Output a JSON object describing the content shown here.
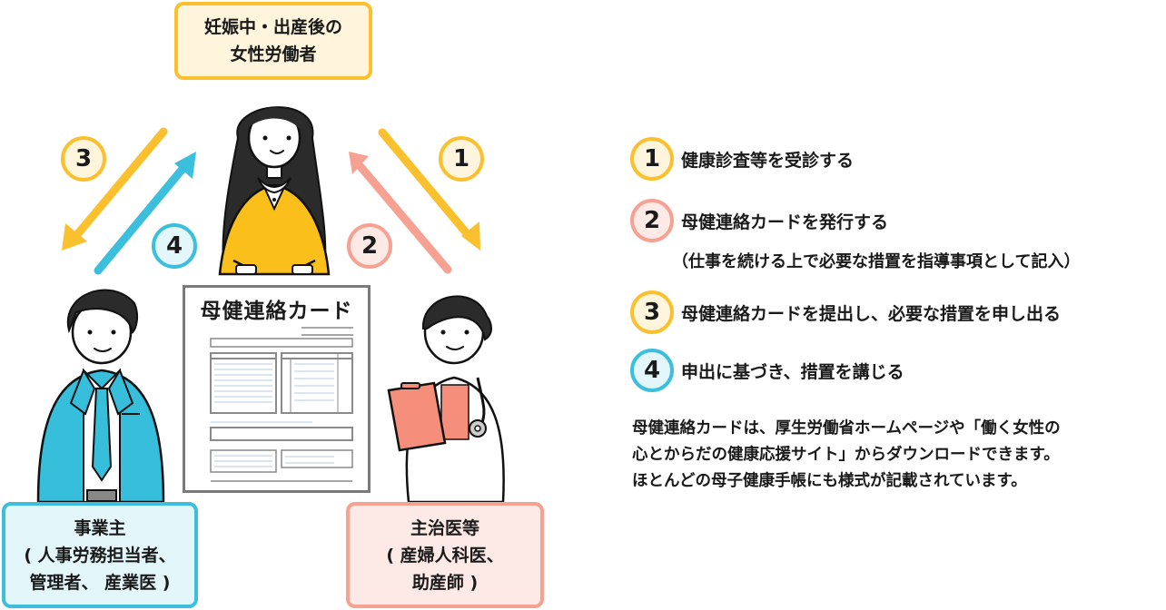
{
  "boxes": {
    "worker": {
      "line1": "妊娠中・出産後の",
      "line2": "女性労働者"
    },
    "employer": {
      "line1": "事業主",
      "line2": "( 人事労務担当者、",
      "line3": "管理者、 産業医 )"
    },
    "doctor": {
      "line1": "主治医等",
      "line2": "( 産婦人科医、",
      "line3": "助産師 )"
    }
  },
  "card": {
    "title": "母健連絡カード"
  },
  "arrows": [
    {
      "step": "1",
      "from": "worker",
      "to": "doctor",
      "color": "#fbc02d"
    },
    {
      "step": "2",
      "from": "doctor",
      "to": "worker",
      "color": "#f6a192"
    },
    {
      "step": "3",
      "from": "worker",
      "to": "employer",
      "color": "#fbc02d"
    },
    {
      "step": "4",
      "from": "employer",
      "to": "worker",
      "color": "#3bbfdc"
    }
  ],
  "legend": [
    {
      "num": "1",
      "text": "健康診査等を受診する",
      "color": "#fbc02d"
    },
    {
      "num": "2",
      "text": "母健連絡カードを発行する",
      "sub": "（仕事を続ける上で必要な措置を指導事項として記入）",
      "color": "#f6a192"
    },
    {
      "num": "3",
      "text": "母健連絡カードを提出し、必要な措置を申し出る",
      "color": "#fbc02d"
    },
    {
      "num": "4",
      "text": "申出に基づき、措置を講じる",
      "color": "#3bbfdc"
    }
  ],
  "note": {
    "line1": "母健連絡カードは、厚生労働省ホームページや「働く女性の",
    "line2": "心とからだの健康応援サイト」からダウンロードできます。",
    "line3": "ほとんどの母子健康手帳にも様式が記載されています。"
  }
}
